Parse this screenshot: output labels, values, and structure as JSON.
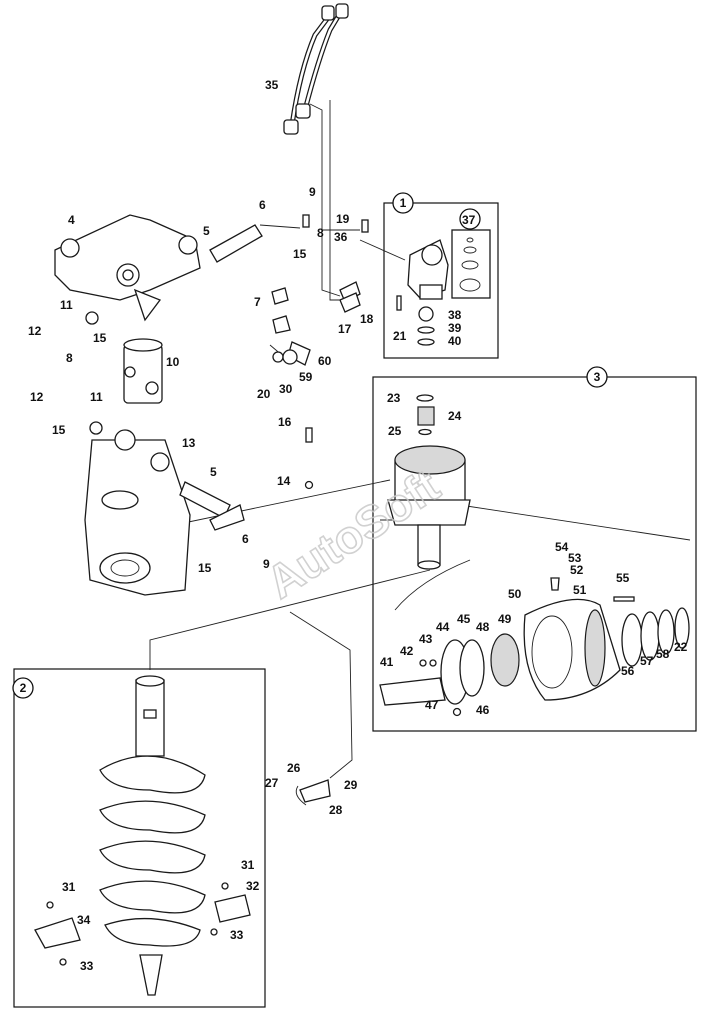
{
  "watermark": "AutoSoft",
  "groups": [
    "1",
    "2",
    "3"
  ],
  "parts": [
    "4",
    "5",
    "5",
    "6",
    "6",
    "7",
    "8",
    "8",
    "9",
    "9",
    "10",
    "11",
    "11",
    "12",
    "12",
    "13",
    "14",
    "15",
    "15",
    "15",
    "15",
    "16",
    "17",
    "18",
    "19",
    "20",
    "21",
    "22",
    "23",
    "24",
    "25",
    "26",
    "27",
    "28",
    "29",
    "30",
    "31",
    "31",
    "32",
    "33",
    "33",
    "34",
    "35",
    "36",
    "37",
    "38",
    "39",
    "40",
    "41",
    "42",
    "43",
    "44",
    "45",
    "46",
    "47",
    "48",
    "49",
    "50",
    "51",
    "52",
    "53",
    "54",
    "55",
    "56",
    "57",
    "58",
    "59",
    "60"
  ]
}
